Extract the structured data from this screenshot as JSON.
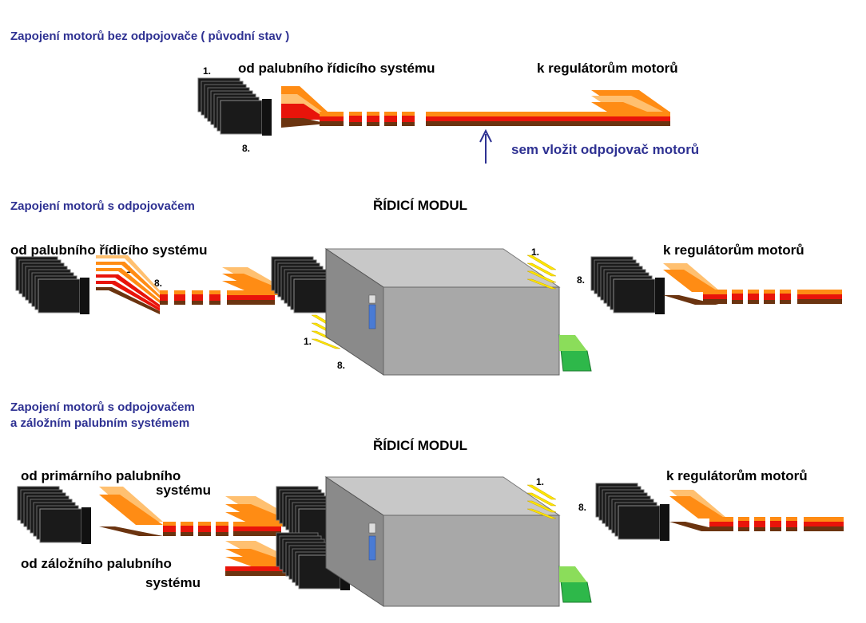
{
  "colors": {
    "heading": "#2e3192",
    "wire_brown": "#6b3410",
    "wire_red": "#e8140a",
    "wire_orange": "#ff8c14",
    "wire_light": "#ffc070",
    "connector": "#1a1a1a",
    "pins": "#ffe600",
    "module_top": "#c8c8c8",
    "module_front": "#a8a8a8",
    "module_side": "#8a8a8a",
    "green_tab": "#2eb84a",
    "arrow": "#2e3192"
  },
  "section1": {
    "heading": "Zapojení motorů bez  odpojovače ( původní stav )",
    "from_label": "od palubního řídicího systému",
    "to_label": "k regulátorům motorů",
    "num_first": "1.",
    "num_last": "8.",
    "insert_note": "sem vložit odpojovač motorů",
    "arrow_icon": "up-arrow-icon"
  },
  "section2": {
    "heading": "Zapojení motorů s odpojovačem",
    "module_title": "ŘÍDICÍ MODUL",
    "from_label": "od palubního řídicího systému",
    "to_label": "k regulátorům motorů",
    "num_first_a": "1.",
    "num_last_a": "8.",
    "num_first_b": "1.",
    "num_last_b": "8.",
    "num_first_c": "1.",
    "num_last_c": "8."
  },
  "section3": {
    "heading_line1": "Zapojení motorů s odpojovačem",
    "heading_line2": "a záložním palubním systémem",
    "module_title": "ŘÍDICÍ MODUL",
    "primary_line1": "od primárního palubního",
    "primary_line2": "systému",
    "backup_line1": "od záložního  palubního",
    "backup_line2": "systému",
    "to_label": "k regulátorům motorů",
    "num_first": "1.",
    "num_last": "8."
  }
}
